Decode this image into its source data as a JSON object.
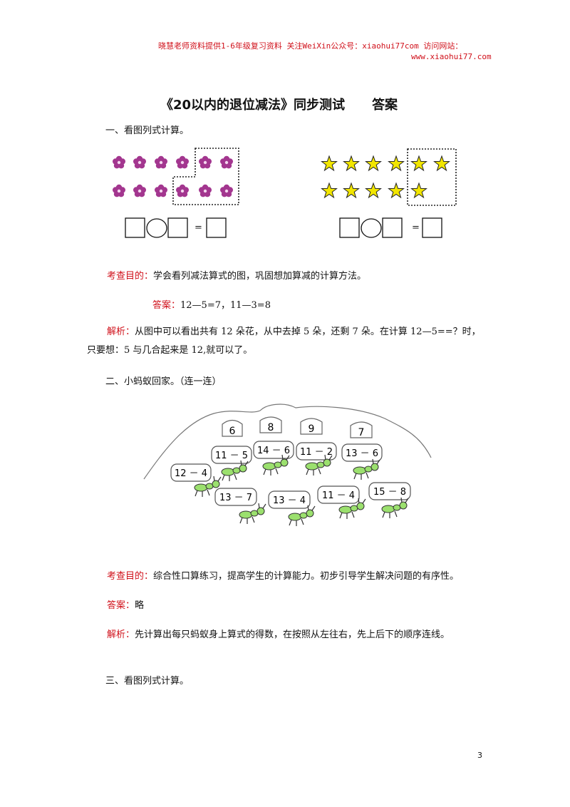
{
  "header": {
    "line1": "晓慧老师资料提供1-6年级复习资料 关注WeiXin公众号：xiaohui77com  访问网站：",
    "line2": "www.xiaohui77.com"
  },
  "title": "《20以内的退位减法》同步测试",
  "title_suffix": "答案",
  "section1": {
    "heading": "一、看图列式计算。",
    "flowers_count": 12,
    "flowers_circled": 5,
    "stars_count": 11,
    "stars_circled": 3,
    "equals": "="
  },
  "q1": {
    "purpose_label": "考查目的：",
    "purpose_text": "学会看列减法算式的图，巩固想加算减的计算方法。",
    "answer_label": "答案：",
    "answer_text": "12—5=7，11—3=8",
    "analysis_label": "解析：",
    "analysis_line1": "从图中可以看出共有 12 朵花，从中去掉 5 朵，还剩 7 朵。在计算 12—5==？时，",
    "analysis_line2": "只要想：5 与几合起来是 12,就可以了。"
  },
  "section2": {
    "heading": "二、小蚂蚁回家。（连一连）",
    "houses": [
      "6",
      "8",
      "9",
      "7"
    ],
    "expressions": [
      "11 － 5",
      "14 － 6",
      "11 － 2",
      "13 － 6",
      "12 － 4",
      "13 － 7",
      "13 － 4",
      "11 － 4",
      "15 － 8"
    ]
  },
  "q2": {
    "purpose_label": "考查目的：",
    "purpose_text": "综合性口算练习，提高学生的计算能力。初步引导学生解决问题的有序性。",
    "answer_label": "答案：",
    "answer_text": "略",
    "analysis_label": "解析：",
    "analysis_text": "先计算出每只蚂蚁身上算式的得数，在按照从左往右，先上后下的顺序连线。"
  },
  "section3": {
    "heading": "三、看图列式计算。"
  },
  "page_number": "3",
  "colors": {
    "accent_red": "#d0101a",
    "flower": "#a3368f",
    "star": "#f2e600"
  }
}
